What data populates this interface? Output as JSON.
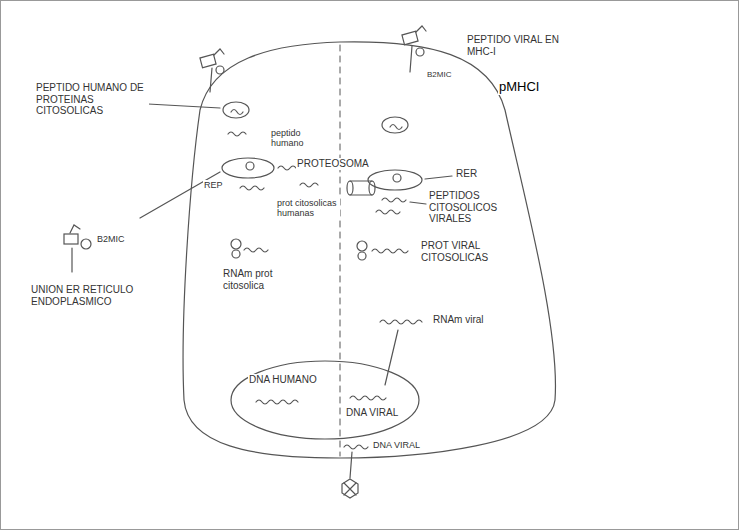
{
  "diagram": {
    "nodes": [
      {
        "text": [
          "DNA HUMANO",
          "DNA VIRAL"
        ]
      }
    ],
    "labels": [
      "PEPTIDO HUMANO DE PROTEINAS CITOSOLICAS",
      "PEPTIDO VIRAL EN MHC-I",
      "pMHCI",
      "B2MIC",
      "peptido humano",
      "PROTEOSOMA",
      "RER",
      "PEPTIDOS CITOSOLICOS VIRALES",
      "REP",
      "prot citosolicas humanas",
      "PROT VIRAL CITOSOLICAS",
      "RNAm prot citosolica",
      "RNAm viral",
      "DNA VIRAL",
      "B2MIC",
      "UNION ER RETICULO ENDOPLASMICO"
    ]
  }
}
